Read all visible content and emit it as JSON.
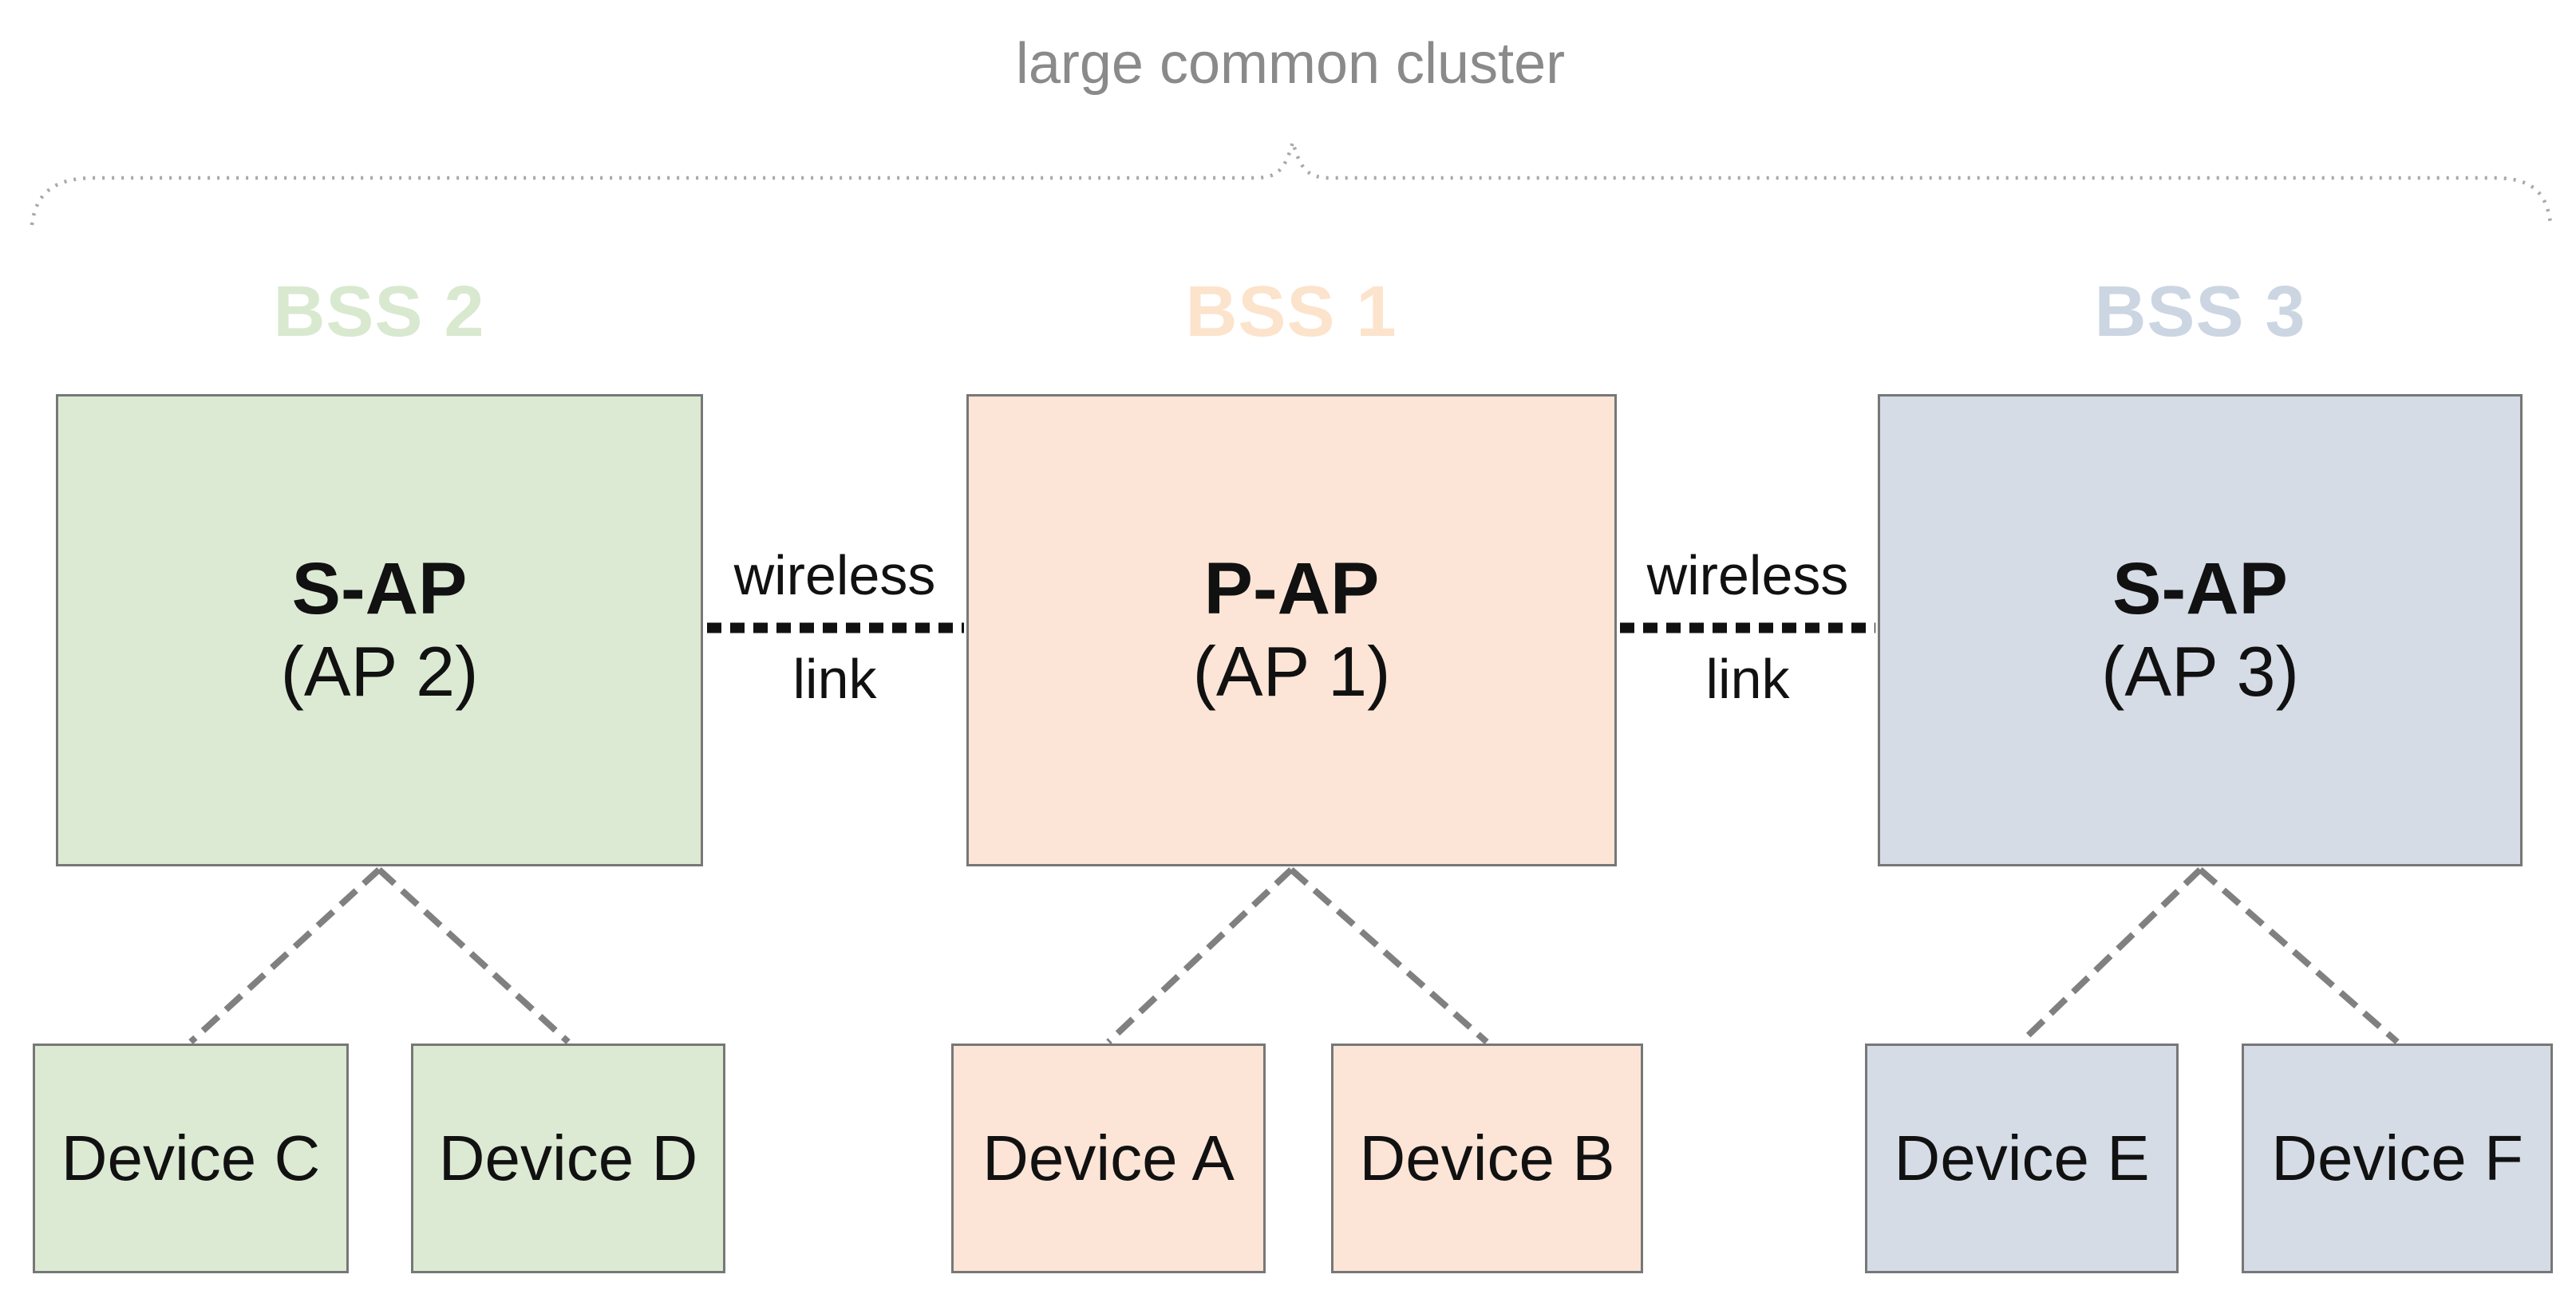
{
  "title": "large common cluster",
  "clusters": [
    {
      "bss_label": "BSS 2",
      "ap_name": "S-AP",
      "ap_sub": "(AP 2)",
      "devices": [
        "Device C",
        "Device D"
      ],
      "fill": "#dcead4",
      "bss_label_color": "#d8e9d0"
    },
    {
      "bss_label": "BSS 1",
      "ap_name": "P-AP",
      "ap_sub": "(AP 1)",
      "devices": [
        "Device A",
        "Device B"
      ],
      "fill": "#fce5d6",
      "bss_label_color": "#fce3cc"
    },
    {
      "bss_label": "BSS 3",
      "ap_name": "S-AP",
      "ap_sub": "(AP 3)",
      "devices": [
        "Device E",
        "Device F"
      ],
      "fill": "#d5dce6",
      "bss_label_color": "#ccd6e2"
    }
  ],
  "links": [
    {
      "label_top": "wireless",
      "label_bottom": "link"
    },
    {
      "label_top": "wireless",
      "label_bottom": "link"
    }
  ],
  "palette": {
    "border_gray": "#777777",
    "title_gray": "#8a8a8a",
    "brace_gray": "#a8a8a8",
    "dashed_link_gray": "#808080",
    "wireless_link_black": "#111111"
  }
}
